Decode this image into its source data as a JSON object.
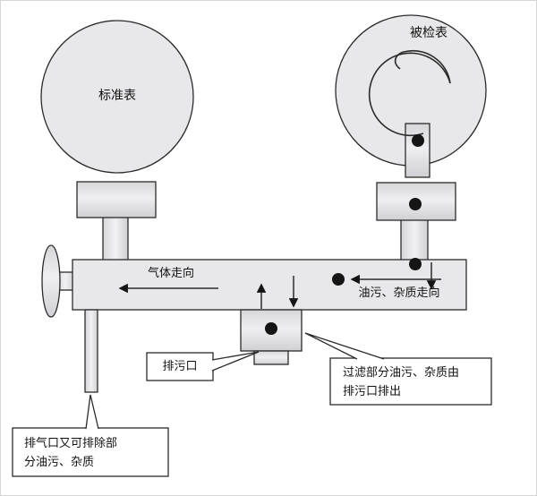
{
  "diagram": {
    "standard_gauge_label": "标准表",
    "test_gauge_label": "被检表",
    "gas_direction_label": "气体走向",
    "oil_direction_label": "油污、杂质走向",
    "drain_callout_label": "排污口",
    "filter_callout_line1": "过滤部分油污、杂质由",
    "filter_callout_line2": "排污口排出",
    "exhaust_callout_line1": "排气口又可排除部",
    "exhaust_callout_line2": "分油污、杂质"
  },
  "colors": {
    "fill_light": "#e8e8ea",
    "stroke": "#2b2b2b",
    "background": "#ffffff"
  }
}
